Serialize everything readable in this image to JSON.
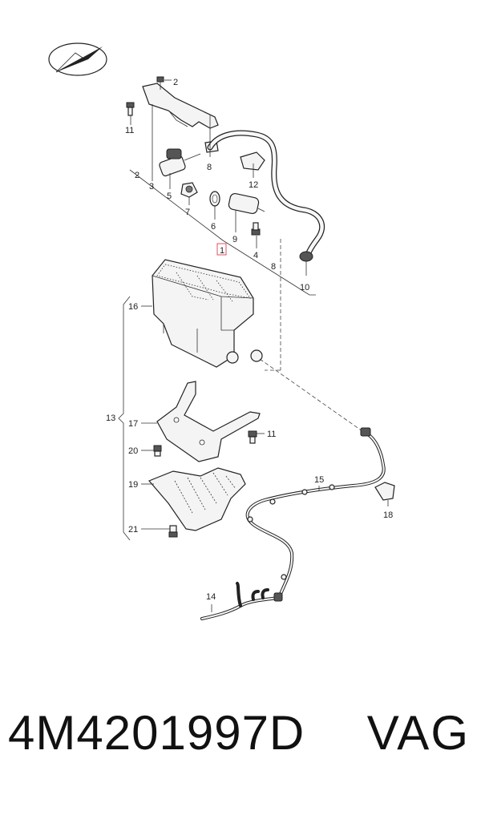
{
  "diagram": {
    "callouts": [
      "1",
      "2",
      "2",
      "3",
      "4",
      "5",
      "6",
      "7",
      "8",
      "8",
      "9",
      "10",
      "11",
      "11",
      "12",
      "13",
      "14",
      "15",
      "16",
      "17",
      "18",
      "19",
      "20",
      "21"
    ]
  },
  "footer": {
    "part_number": "4M4201997D",
    "brand": "VAG"
  },
  "colors": {
    "highlight": "#e05060",
    "line": "#222222",
    "background": "#ffffff"
  }
}
